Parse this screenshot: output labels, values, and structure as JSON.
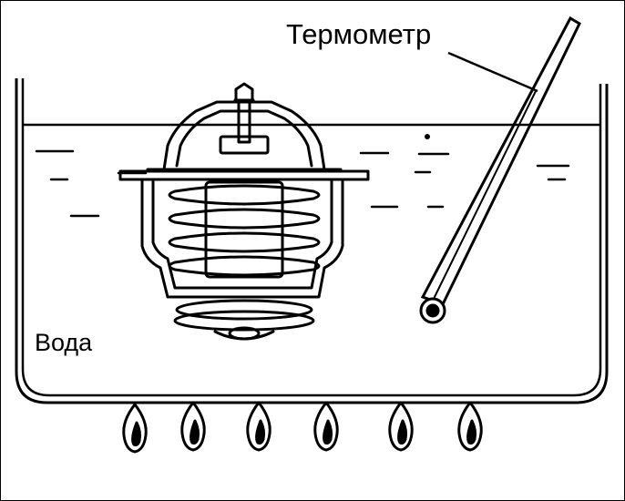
{
  "labels": {
    "thermometer": "Термометр",
    "water": "Вода"
  },
  "burner_count": 6
}
